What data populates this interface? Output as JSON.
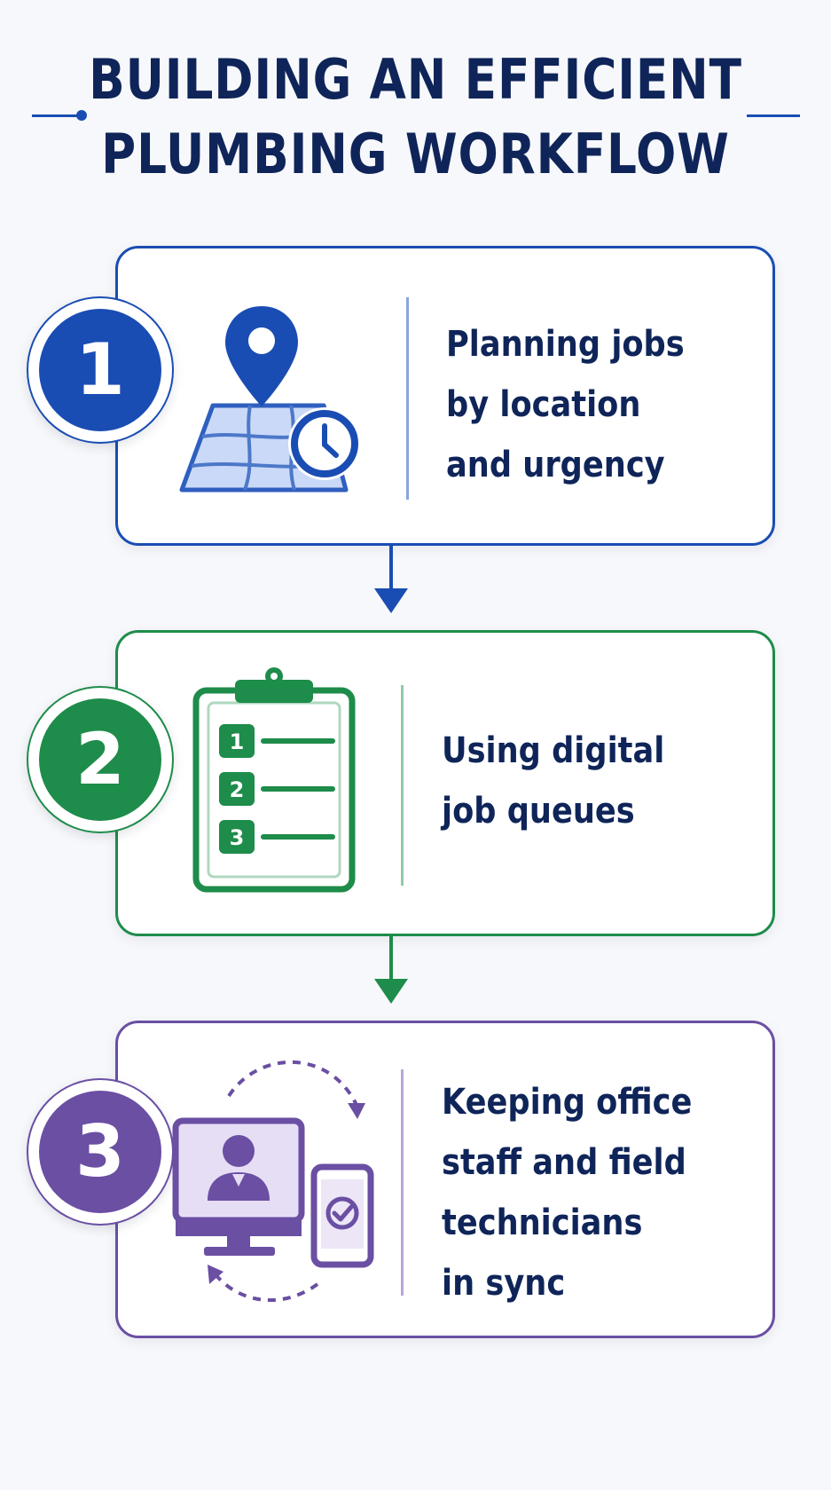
{
  "title": {
    "line1": "BUILDING AN EFFICIENT",
    "line2": "PLUMBING WORKFLOW"
  },
  "colors": {
    "title": "#0f2559",
    "step1": "#1a4db3",
    "step2": "#1e8c4a",
    "step3": "#6a4fa3"
  },
  "steps": [
    {
      "number": "1",
      "lines": [
        "Planning jobs",
        "by location",
        "and urgency"
      ],
      "icon": "map-pin-clock-icon"
    },
    {
      "number": "2",
      "lines": [
        "Using digital",
        "job queues"
      ],
      "icon": "numbered-clipboard-icon",
      "list_numbers": [
        "1",
        "2",
        "3"
      ]
    },
    {
      "number": "3",
      "lines": [
        "Keeping office",
        "staff and field",
        "technicians",
        "in sync"
      ],
      "icon": "desktop-phone-sync-icon"
    }
  ]
}
